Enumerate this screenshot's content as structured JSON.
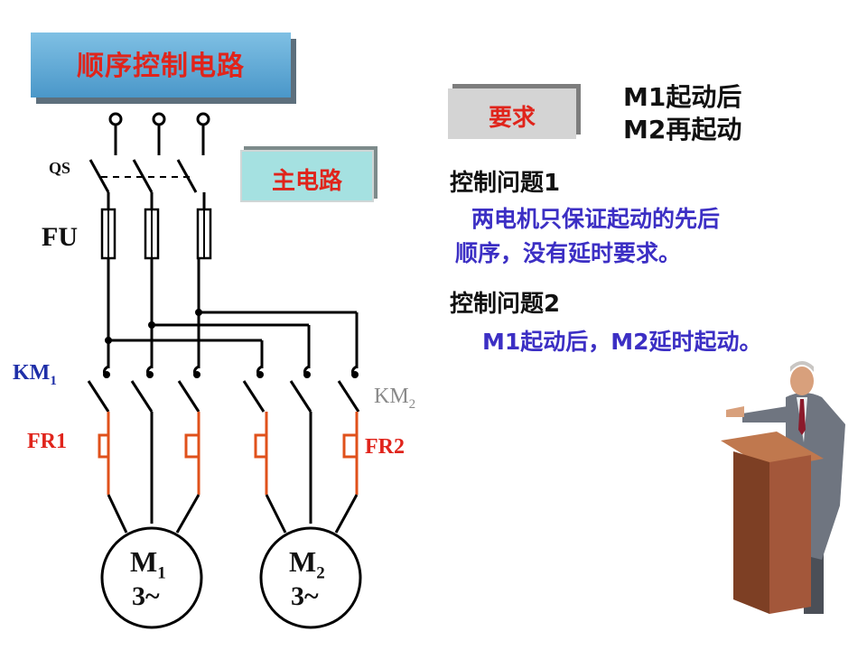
{
  "title": "顺序控制电路",
  "main_circuit_label": "主电路",
  "requirement": {
    "label": "要求",
    "lines": [
      "M1起动后",
      "M2再起动"
    ]
  },
  "questions": [
    {
      "title": "控制问题1",
      "lines": [
        "两电机只保证起动的先后",
        "顺序，没有延时要求。"
      ]
    },
    {
      "title": "控制问题2",
      "lines": [
        "M1起动后，M2延时起动。"
      ]
    }
  ],
  "circuit": {
    "qs": "QS",
    "fu": "FU",
    "km1": {
      "base": "KM",
      "sub": "1"
    },
    "km2": {
      "base": "KM",
      "sub": "2"
    },
    "fr1": "FR1",
    "fr2": "FR2",
    "motor1": {
      "base": "M",
      "sub": "1",
      "phase": "3~"
    },
    "motor2": {
      "base": "M",
      "sub": "2",
      "phase": "3~"
    }
  },
  "colors": {
    "title_text": "#e0241b",
    "question_text": "#3c2fc4",
    "km1_label": "#1f2fa8",
    "km2_label": "#8a8a8a",
    "overload": "#e0511b",
    "wire": "#000000"
  }
}
